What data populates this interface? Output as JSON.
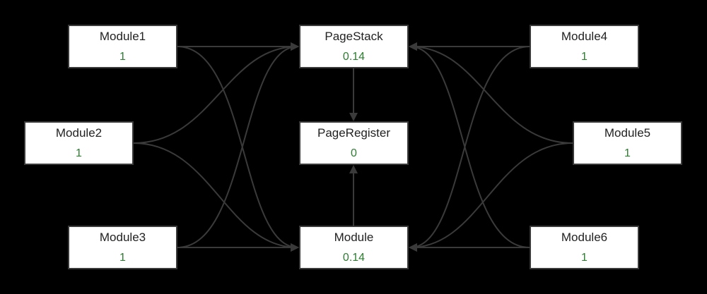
{
  "colors": {
    "background": "#000000",
    "box": "#ffffff",
    "edge": "#3a3a3a",
    "name": "#222222",
    "value": "#2e7d32"
  },
  "nodes": {
    "module1": {
      "name": "Module1",
      "value": "1"
    },
    "module2": {
      "name": "Module2",
      "value": "1"
    },
    "module3": {
      "name": "Module3",
      "value": "1"
    },
    "pagestack": {
      "name": "PageStack",
      "value": "0.14"
    },
    "pageregister": {
      "name": "PageRegister",
      "value": "0"
    },
    "module": {
      "name": "Module",
      "value": "0.14"
    },
    "module4": {
      "name": "Module4",
      "value": "1"
    },
    "module5": {
      "name": "Module5",
      "value": "1"
    },
    "module6": {
      "name": "Module6",
      "value": "1"
    }
  },
  "edges": [
    {
      "from": "Module1",
      "to": "PageStack"
    },
    {
      "from": "Module1",
      "to": "Module"
    },
    {
      "from": "Module2",
      "to": "PageStack"
    },
    {
      "from": "Module2",
      "to": "Module"
    },
    {
      "from": "Module3",
      "to": "PageStack"
    },
    {
      "from": "Module3",
      "to": "Module"
    },
    {
      "from": "Module4",
      "to": "PageStack"
    },
    {
      "from": "Module4",
      "to": "Module"
    },
    {
      "from": "Module5",
      "to": "PageStack"
    },
    {
      "from": "Module5",
      "to": "Module"
    },
    {
      "from": "Module6",
      "to": "PageStack"
    },
    {
      "from": "Module6",
      "to": "Module"
    },
    {
      "from": "PageStack",
      "to": "PageRegister"
    },
    {
      "from": "Module",
      "to": "PageRegister"
    }
  ]
}
